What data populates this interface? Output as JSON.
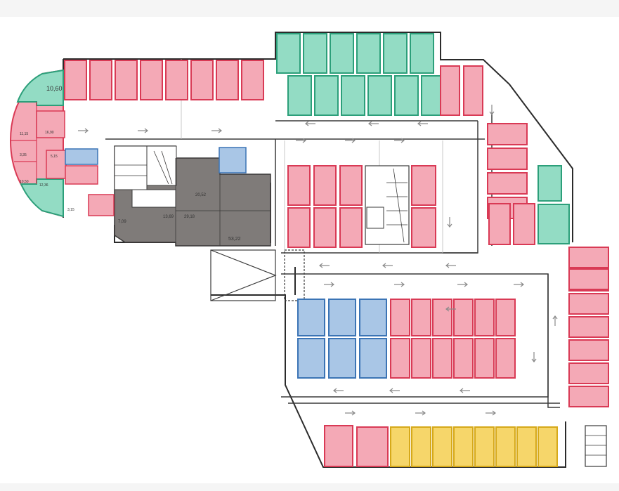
{
  "plan": {
    "colors": {
      "background": "#ffffff",
      "wall": "#2b2b2b",
      "pink_fill": "#f4a9b6",
      "pink_stroke": "#d93a55",
      "teal_fill": "#93dcc4",
      "teal_stroke": "#2c9f7a",
      "blue_fill": "#a9c6e6",
      "blue_stroke": "#3b74b5",
      "yellow_fill": "#f6d66a",
      "yellow_stroke": "#d6a91a",
      "grey_fill": "#7f7b79",
      "grey_stroke": "#3a3838"
    },
    "room_labels": {
      "teal_corner": "10,60",
      "left_a": "11,15",
      "left_b": "16,90",
      "left_c": "3,35",
      "left_d": "10,50",
      "left_e": "5,15",
      "left_f": "12,36",
      "left_g": "3,15",
      "left_h": "7,09",
      "core_a": "13,69",
      "core_b": "29,18",
      "core_c": "20,52",
      "core_d": "53,22"
    }
  }
}
